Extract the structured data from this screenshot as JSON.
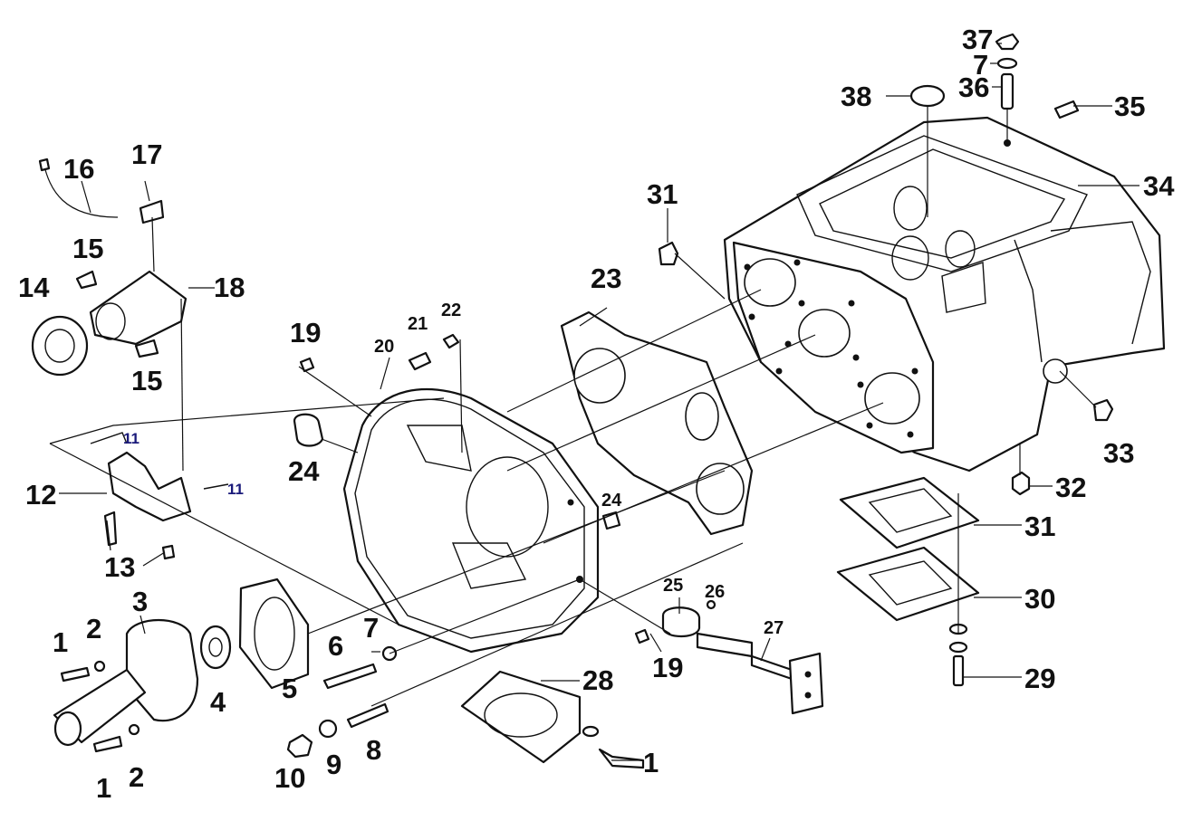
{
  "labels": [
    {
      "id": "l37",
      "text": "37"
    },
    {
      "id": "l7a",
      "text": "7"
    },
    {
      "id": "l36",
      "text": "36"
    },
    {
      "id": "l38",
      "text": "38"
    },
    {
      "id": "l35",
      "text": "35"
    },
    {
      "id": "l34",
      "text": "34"
    },
    {
      "id": "l31a",
      "text": "31"
    },
    {
      "id": "l16",
      "text": "16"
    },
    {
      "id": "l17",
      "text": "17"
    },
    {
      "id": "l15a",
      "text": "15"
    },
    {
      "id": "l14",
      "text": "14"
    },
    {
      "id": "l18",
      "text": "18"
    },
    {
      "id": "l15b",
      "text": "15"
    },
    {
      "id": "l23",
      "text": "23"
    },
    {
      "id": "l21",
      "text": "21"
    },
    {
      "id": "l22",
      "text": "22"
    },
    {
      "id": "l19a",
      "text": "19"
    },
    {
      "id": "l20",
      "text": "20"
    },
    {
      "id": "l33",
      "text": "33"
    },
    {
      "id": "l11a",
      "text": "11"
    },
    {
      "id": "l11b",
      "text": "11"
    },
    {
      "id": "l12",
      "text": "12"
    },
    {
      "id": "l24a",
      "text": "24"
    },
    {
      "id": "l24b",
      "text": "24"
    },
    {
      "id": "l32",
      "text": "32"
    },
    {
      "id": "l31b",
      "text": "31"
    },
    {
      "id": "l13",
      "text": "13"
    },
    {
      "id": "l3",
      "text": "3"
    },
    {
      "id": "l25",
      "text": "25"
    },
    {
      "id": "l26",
      "text": "26"
    },
    {
      "id": "l30",
      "text": "30"
    },
    {
      "id": "l1a",
      "text": "1"
    },
    {
      "id": "l2a",
      "text": "2"
    },
    {
      "id": "l7b",
      "text": "7"
    },
    {
      "id": "l6",
      "text": "6"
    },
    {
      "id": "l27",
      "text": "27"
    },
    {
      "id": "l19b",
      "text": "19"
    },
    {
      "id": "l28",
      "text": "28"
    },
    {
      "id": "l29",
      "text": "29"
    },
    {
      "id": "l4",
      "text": "4"
    },
    {
      "id": "l5",
      "text": "5"
    },
    {
      "id": "l8",
      "text": "8"
    },
    {
      "id": "l1b",
      "text": "1"
    },
    {
      "id": "l1c",
      "text": "1"
    },
    {
      "id": "l2b",
      "text": "2"
    },
    {
      "id": "l9",
      "text": "9"
    },
    {
      "id": "l10",
      "text": "10"
    }
  ]
}
